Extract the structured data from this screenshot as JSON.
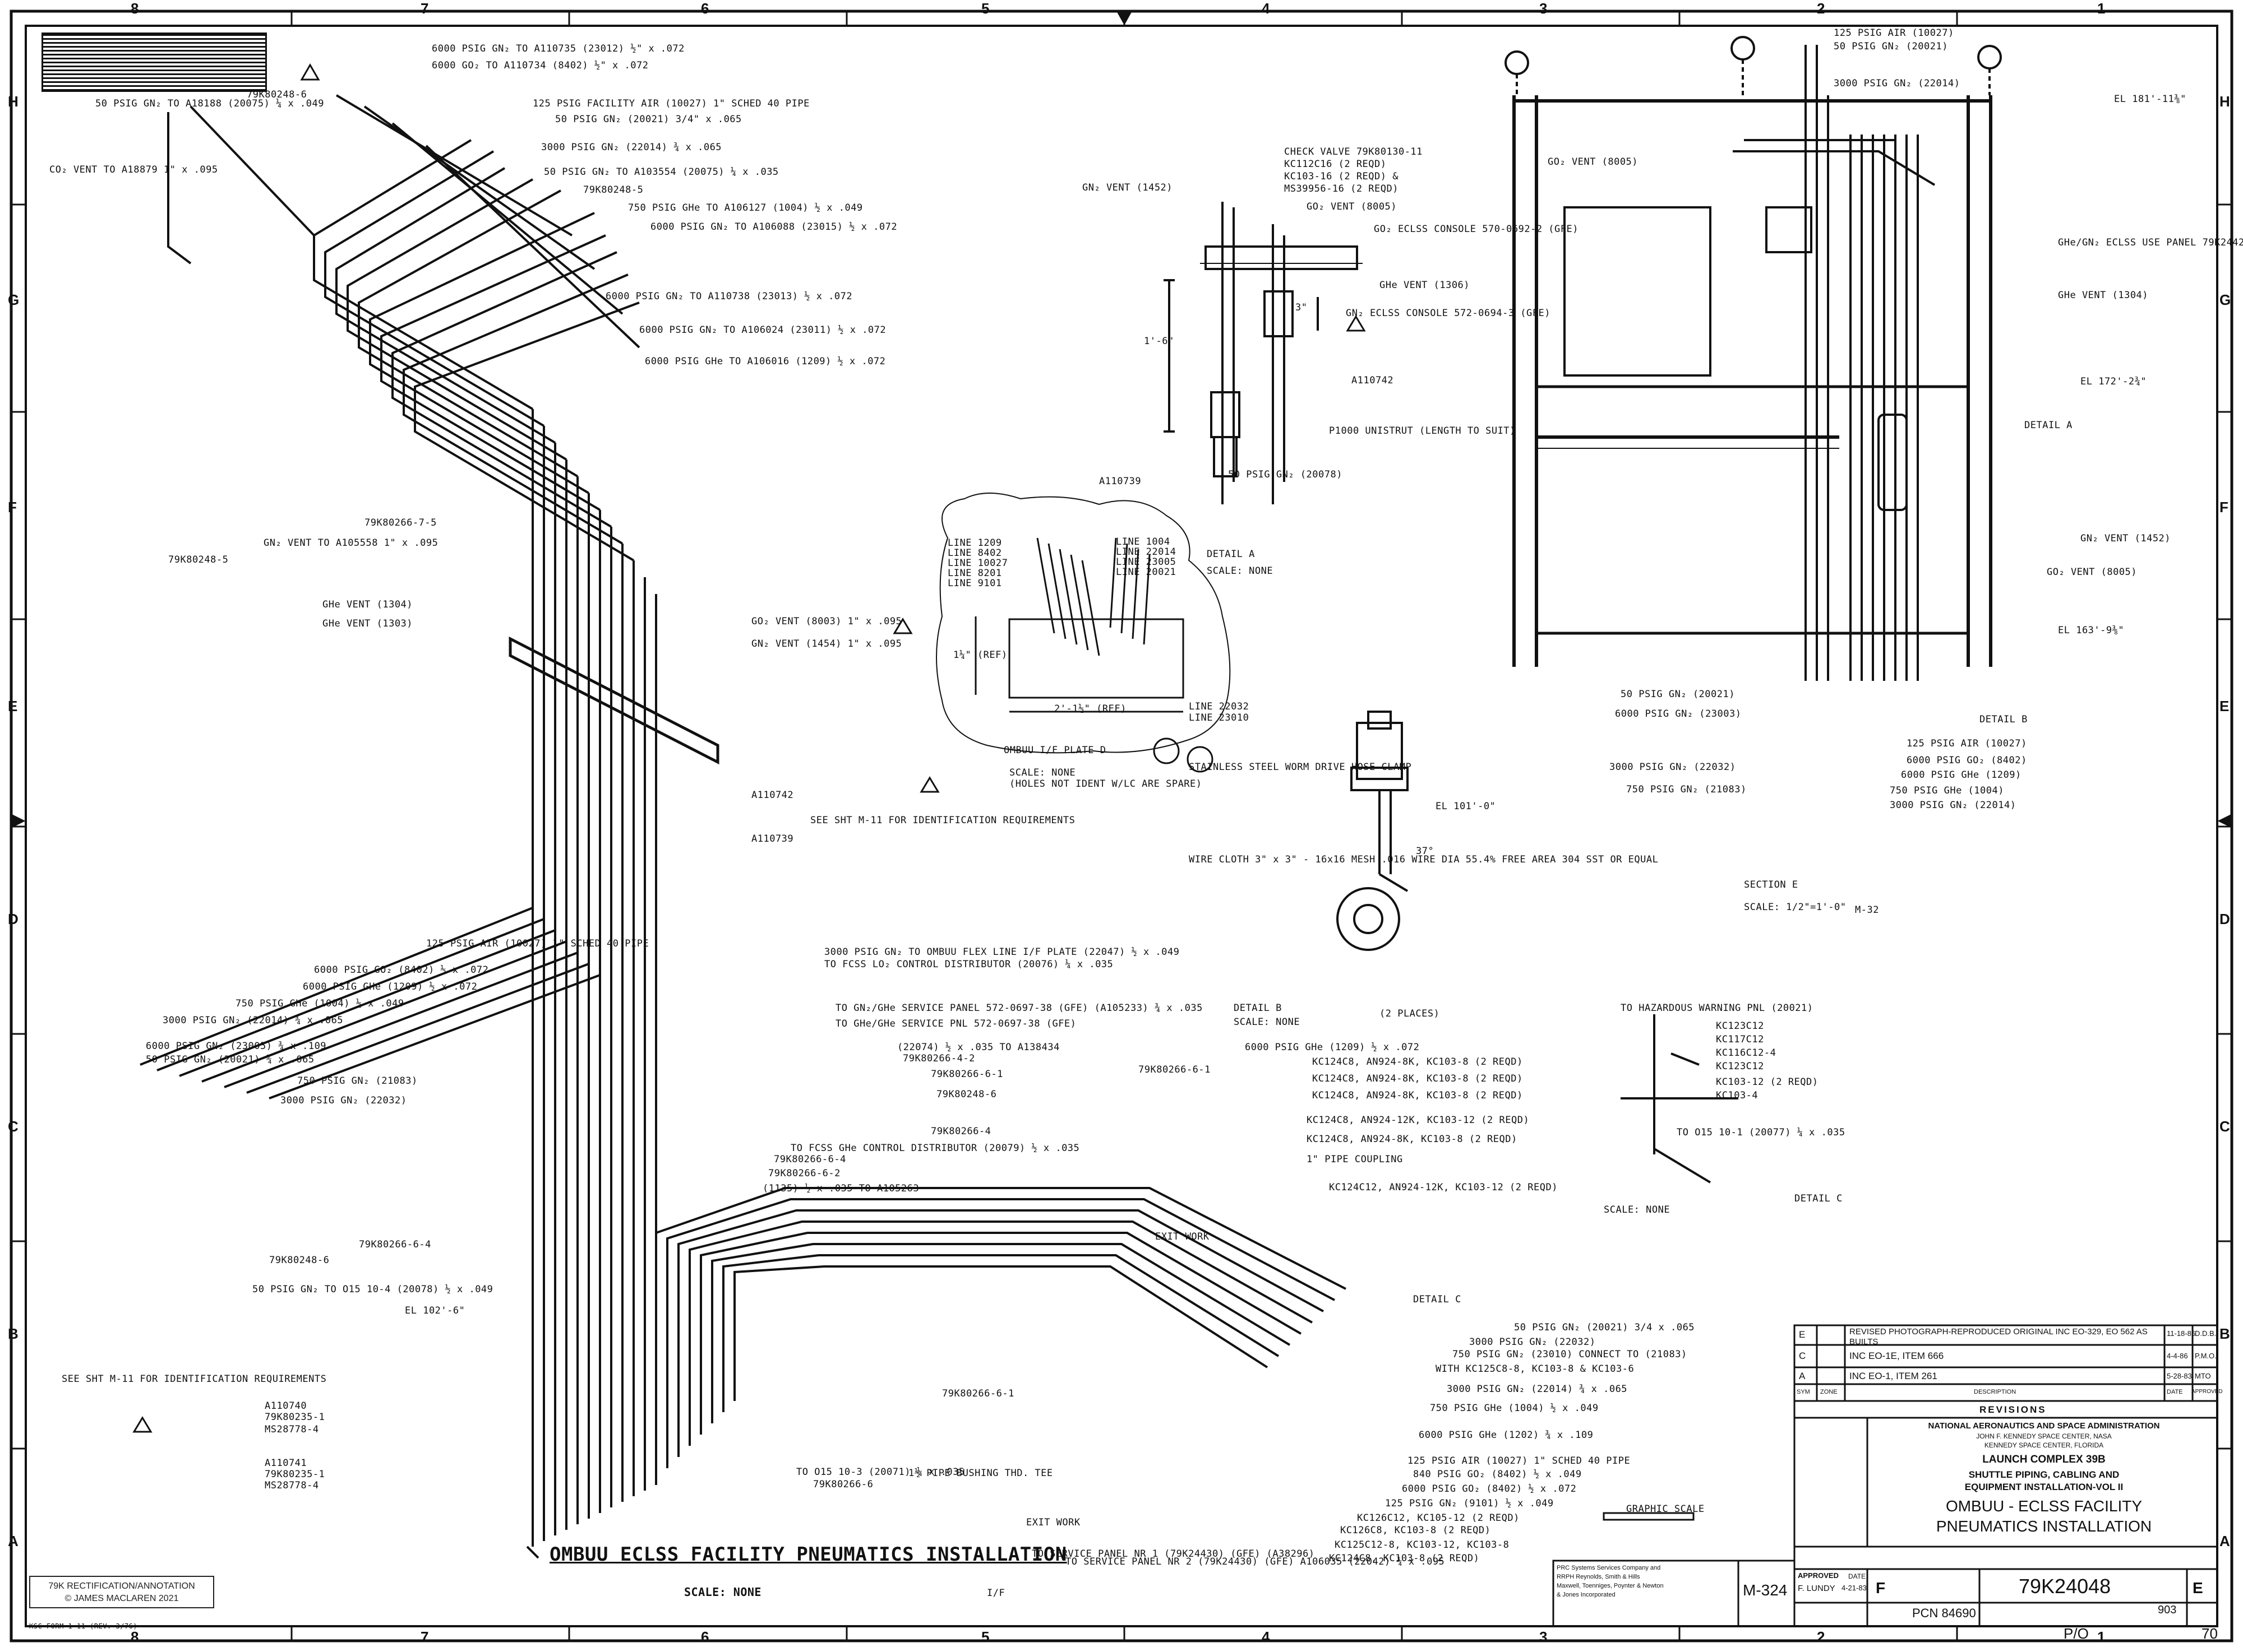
{
  "drawing": {
    "title": "OMBUU ECLSS FACILITY PNEUMATICS INSTALLATION",
    "title_scale": "SCALE: NONE",
    "grid": {
      "columns_top": [
        "8",
        "7",
        "6",
        "5",
        "4",
        "3",
        "2",
        "1"
      ],
      "rows_side": [
        "H",
        "G",
        "F",
        "E",
        "D",
        "C",
        "B",
        "A"
      ]
    },
    "copyright_lines": [
      "79K RECTIFICATION/ANNOTATION",
      "© JAMES MACLAREN 2021"
    ],
    "form_number": "KSC FORM 1-11 (REV. 3/76)",
    "sheet_code": "M-324",
    "page_marks": [
      "P/O",
      "903",
      "70"
    ],
    "isometric_callouts": [
      "6000 PSIG GN₂ TO A110735 (23012) ½\" x .072",
      "6000 GO₂ TO A110734 (8402) ½\" x .072",
      "50 PSIG GN₂ TO A18188 (20075) ¼ x .049",
      "79K80248-6",
      "125 PSIG FACILITY AIR (10027) 1\" SCHED 40 PIPE",
      "50 PSIG GN₂ (20021) 3/4\" x .065",
      "CO₂ VENT TO A18879 1\" x .095",
      "3000 PSIG GN₂ (22014) ¾ x .065",
      "50 PSIG GN₂ TO A103554 (20075) ¼ x .035",
      "79K80248-5",
      "750 PSIG GHe TO A106127 (1004) ½ x .049",
      "6000 PSIG GN₂ TO A106088 (23015) ½ x .072",
      "6000 PSIG GN₂ TO A110738 (23013) ½ x .072",
      "6000 PSIG GN₂ TO A106024 (23011) ½ x .072",
      "6000 PSIG GHe TO A106016 (1209) ½ x .072",
      "79K80266-7-5",
      "79K80248-5",
      "GN₂ VENT TO A105558 1\" x .095",
      "GHe VENT (1304)",
      "GHe VENT (1303)",
      "GO₂ VENT (8003) 1\" x .095",
      "GN₂ VENT (1454) 1\" x .095",
      "A110742",
      "A110739",
      "SEE SHT M-11 FOR IDENTIFICATION REQUIREMENTS",
      "125 PSIG AIR (10027) 1\" SCHED 40 PIPE",
      "6000 PSIG GO₂ (8402) ½ x .072",
      "6000 PSIG GHe (1209) ½ x .072",
      "750 PSIG GHe (1004) ½ x .049",
      "3000 PSIG GN₂ (22014) ¾ x .065",
      "6000 PSIG GN₂ (23005) ¾ x .109",
      "50 PSIG GN₂ (20021) ¾ x .065",
      "750 PSIG GN₂ (21083)",
      "3000 PSIG GN₂ (22032)",
      "79K80248-6",
      "50 PSIG GN₂ TO O15 10-4 (20078) ½ x .049",
      "79K80266-6-4",
      "EL 102'-6\"",
      "A110740",
      "79K80235-1",
      "MS28778-4",
      "A110741",
      "79K80235-1",
      "MS28778-4",
      "SEE SHT M-11 FOR IDENTIFICATION REQUIREMENTS",
      "3000 PSIG GN₂ TO OMBUU FLEX LINE I/F PLATE (22047) ½ x .049",
      "TO FCSS LO₂ CONTROL DISTRIBUTOR (20076) ¼ x .035",
      "TO GN₂/GHe SERVICE PANEL 572-0697-38 (GFE) (A105233) ¾ x .035",
      "TO GHe/GHe SERVICE PNL 572-0697-38 (GFE)",
      "(22074) ½ x .035 TO A138434",
      "79K80266-4-2",
      "79K80266-6-1",
      "79K80248-6",
      "79K80266-6-1",
      "79K80266-4",
      "79K80266-6-4",
      "79K80266-6-2",
      "(1135) ½ x .035 TO A105263",
      "TO FCSS GHe CONTROL DISTRIBUTOR (20079) ½ x .035",
      "1½ PIPE BUSHING THD. TEE",
      "79K80266-6-1",
      "79K80266-6",
      "TO O15 10-3 (20071) ¼ x .035",
      "TO SERVICE PANEL NR 1 (79K24430) (GFE) (A38296)",
      "TO SERVICE PANEL NR 2 (79K24430) (GFE) A106035 (22042) ¾ x .095",
      "EXIT WORK",
      "I/F",
      "EXIT WORK"
    ],
    "detail_a_callouts": [
      "GN₂ VENT (1452)",
      "CHECK VALVE 79K80130-11",
      "KC112C16 (2 REQD)",
      "KC103-16 (2 REQD) &",
      "MS39956-16 (2 REQD)",
      "GO₂ VENT (8005)",
      "GO₂ ECLSS CONSOLE 570-0692-2 (GFE)",
      "GHe VENT (1306)",
      "GN₂ ECLSS CONSOLE 572-0694-3 (GFE)",
      "A110742",
      "A110739",
      "P1000 UNISTRUT (LENGTH TO SUIT)",
      "50 PSIG GN₂ (20078)",
      "1'-6\"",
      "3\"",
      "DETAIL A",
      "SCALE: NONE"
    ],
    "plate_callouts": [
      "LINE 1209",
      "LINE 8402",
      "LINE 10027",
      "LINE 8201",
      "LINE 9101",
      "LINE 1004",
      "LINE 22014",
      "LINE 23005",
      "LINE 20021",
      "LINE 22032",
      "LINE 23010",
      "OMBUU I/F PLATE D",
      "SCALE: NONE",
      "(HOLES NOT IDENT W/LC ARE SPARE)",
      "1¼\" (REF)",
      "2'-1½\" (REF)"
    ],
    "hose_clamp_callouts": [
      "STAINLESS STEEL WORM DRIVE HOSE CLAMP",
      "EL 101'-0\"",
      "WIRE CLOTH 3\" x 3\" - 16x16 MESH .016 WIRE DIA 55.4% FREE AREA 304 SST OR EQUAL",
      "37°"
    ],
    "section_e_callouts": [
      "125 PSIG AIR (10027)",
      "50 PSIG GN₂ (20021)",
      "3000 PSIG GN₂ (22014)",
      "EL 181'-11⅜\"",
      "GO₂ VENT (8005)",
      "GHe/GN₂ ECLSS USE PANEL 79K24429 (GFE)",
      "GHe VENT (1304)",
      "EL 172'-2¾\"",
      "DETAIL A",
      "GN₂ VENT (1452)",
      "GO₂ VENT (8005)",
      "EL 163'-9⅜\"",
      "50 PSIG GN₂ (20021)",
      "6000 PSIG GN₂ (23003)",
      "DETAIL B",
      "125 PSIG AIR (10027)",
      "6000 PSIG GO₂ (8402)",
      "6000 PSIG GHe (1209)",
      "3000 PSIG GN₂ (22032)",
      "750 PSIG GHe (1004)",
      "750 PSIG GN₂ (21083)",
      "3000 PSIG GN₂ (22014)",
      "SECTION E",
      "SCALE: 1/2\"=1'-0\"",
      "M-32"
    ],
    "detail_b_callouts": [
      "DETAIL B",
      "SCALE: NONE",
      "(2 PLACES)",
      "6000 PSIG GHe (1209) ½ x .072",
      "KC124C8, AN924-8K, KC103-8 (2 REQD)",
      "KC124C8, AN924-8K, KC103-8 (2 REQD)",
      "KC124C8, AN924-8K, KC103-8 (2 REQD)",
      "KC124C8, AN924-12K, KC103-12 (2 REQD)",
      "KC124C8, AN924-8K, KC103-8 (2 REQD)",
      "1\" PIPE COUPLING",
      "KC124C12, AN924-12K, KC103-12 (2 REQD)"
    ],
    "detail_c_callouts": [
      "TO HAZARDOUS WARNING PNL (20021)",
      "KC123C12",
      "KC117C12",
      "KC116C12-4",
      "KC123C12",
      "KC103-12 (2 REQD)",
      "KC103-4",
      "TO O15 10-1 (20077) ¼ x .035",
      "DETAIL C",
      "SCALE: NONE",
      "DETAIL C",
      "50 PSIG GN₂ (20021) 3/4 x .065",
      "3000 PSIG GN₂ (22032)",
      "750 PSIG GN₂ (23010) CONNECT TO (21083)",
      "WITH KC125C8-8, KC103-8 & KC103-6",
      "3000 PSIG GN₂ (22014) ¾ x .065",
      "750 PSIG GHe (1004) ½ x .049",
      "6000 PSIG GHe (1202) ¾ x .109",
      "125 PSIG AIR (10027) 1\" SCHED 40 PIPE",
      "840 PSIG GO₂ (8402) ½ x .049",
      "6000 PSIG GO₂ (8402) ½ x .072",
      "125 PSIG GN₂ (9101) ½ x .049",
      "KC126C12, KC105-12 (2 REQD)",
      "KC126C8, KC103-8 (2 REQD)",
      "KC125C12-8, KC103-12, KC103-8",
      "KC124C8, KC103-8 (2 REQD)",
      "GRAPHIC SCALE"
    ],
    "revisions": {
      "rows": [
        {
          "rev": "E",
          "desc": "REVISED PHOTOGRAPH-REPRODUCED ORIGINAL INC EO-329, EO 562    AS BUILTS",
          "date": "11-18-86",
          "appr": "D.D.B."
        },
        {
          "rev": "C",
          "desc": "INC EO-1E, ITEM 666",
          "date": "4-4-86",
          "appr": "P.M.O."
        },
        {
          "rev": "A",
          "desc": "INC EO-1, ITEM 261",
          "date": "5-28-83",
          "appr": "MTO"
        }
      ],
      "header": [
        "SYM",
        "ZONE",
        "DESCRIPTION",
        "DATE",
        "APPROVED"
      ],
      "caption": "REVISIONS"
    },
    "title_block": {
      "agency": "NATIONAL AERONAUTICS AND SPACE ADMINISTRATION",
      "center": "JOHN F. KENNEDY SPACE CENTER, NASA",
      "location": "KENNEDY SPACE CENTER, FLORIDA",
      "complex": "LAUNCH COMPLEX 39B",
      "project_1": "SHUTTLE PIPING, CABLING AND",
      "project_2": "EQUIPMENT INSTALLATION-VOL II",
      "title_1": "OMBUU - ECLSS FACILITY",
      "title_2": "PNEUMATICS INSTALLATION",
      "approved_label": "APPROVED",
      "approver": "F. LUNDY",
      "date_label": "DATE",
      "approved_date": "4-21-83",
      "size": "F",
      "dwg_no": "79K24048",
      "rev": "E",
      "pcn": "PCN 84690",
      "contractor_lines": [
        "PRC Systems Services Company and",
        "RRPH Reynolds, Smith & Hills",
        "Maxwell, Toenniges, Poynter & Newton",
        "& Jones Incorporated"
      ]
    }
  }
}
